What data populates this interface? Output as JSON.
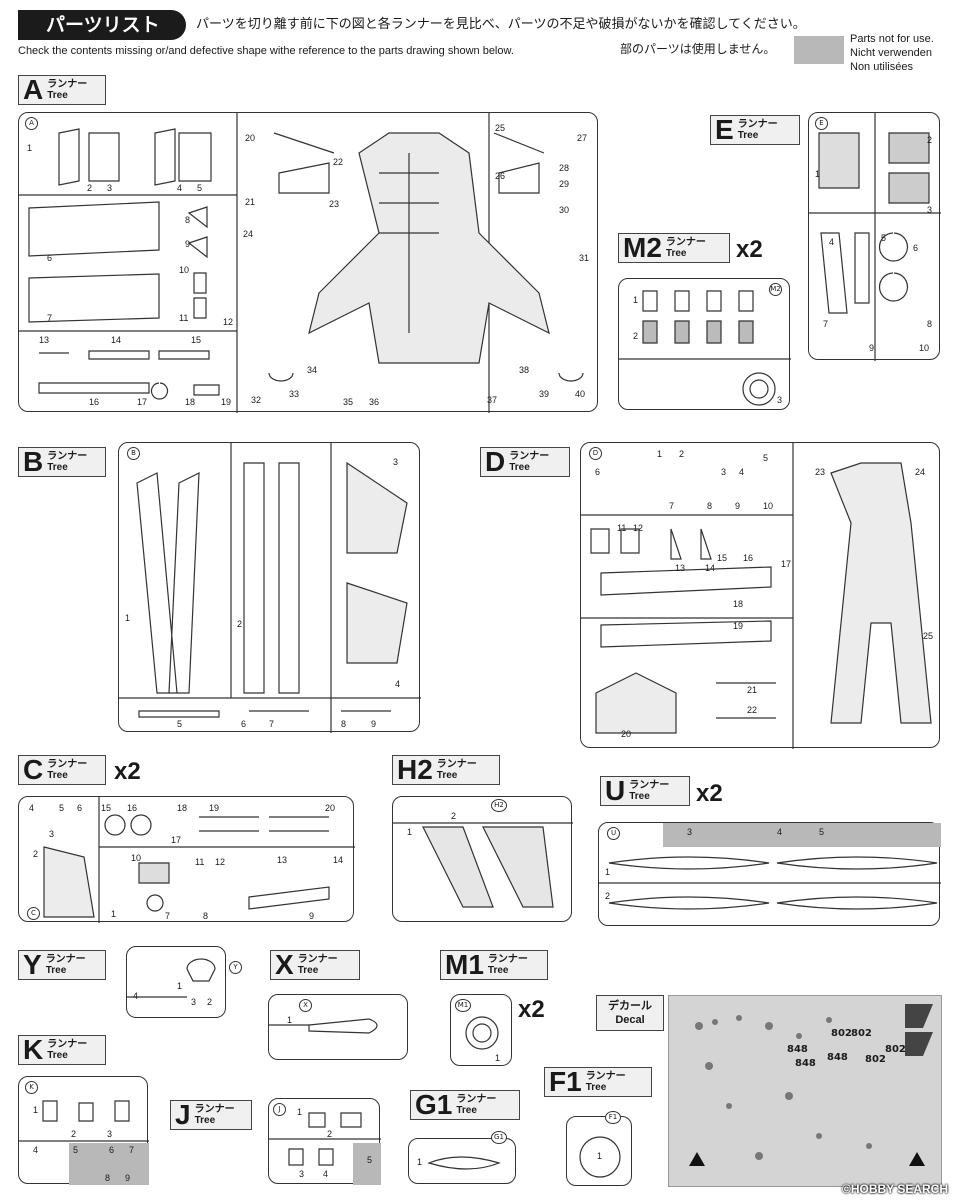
{
  "header": {
    "title": "パーツリスト",
    "instruction_jp": "パーツを切り離す前に下の図と各ランナーを見比べ、パーツの不足や破損がないかを確認してください。",
    "instruction_en": "Check the contents missing or/and defective shape withe reference to the parts drawing shown below."
  },
  "legend": {
    "not_used_jp": "部のパーツは使用しません。",
    "not_used_en": "Parts not for use.",
    "not_used_de": "Nicht verwenden",
    "not_used_fr": "Non utilisées",
    "swatch_color": "#b8b8b8"
  },
  "runner_jp": "ランナー",
  "runner_en": "Tree",
  "multiplier": "x2",
  "decal_label_jp": "デカール",
  "decal_label_en": "Decal",
  "watermark": "©HOBBY SEARCH",
  "runners": {
    "A": {
      "letter": "A",
      "parts": [
        "1",
        "2",
        "3",
        "4",
        "5",
        "6",
        "7",
        "8",
        "9",
        "10",
        "11",
        "12",
        "13",
        "14",
        "15",
        "16",
        "17",
        "18",
        "19",
        "20",
        "21",
        "22",
        "23",
        "24",
        "25",
        "26",
        "27",
        "28",
        "29",
        "30",
        "31",
        "32",
        "33",
        "34",
        "35",
        "36",
        "37",
        "38",
        "39",
        "40"
      ]
    },
    "B": {
      "letter": "B",
      "parts": [
        "1",
        "2",
        "3",
        "4",
        "5",
        "6",
        "7",
        "8",
        "9"
      ]
    },
    "C": {
      "letter": "C",
      "parts": [
        "1",
        "2",
        "3",
        "4",
        "5",
        "6",
        "7",
        "8",
        "9",
        "10",
        "11",
        "12",
        "13",
        "14",
        "15",
        "16",
        "17",
        "18",
        "19",
        "20"
      ]
    },
    "D": {
      "letter": "D",
      "parts": [
        "1",
        "2",
        "3",
        "4",
        "5",
        "6",
        "7",
        "8",
        "9",
        "10",
        "11",
        "12",
        "13",
        "14",
        "15",
        "16",
        "17",
        "18",
        "19",
        "20",
        "21",
        "22",
        "23",
        "24",
        "25"
      ]
    },
    "E": {
      "letter": "E",
      "parts": [
        "1",
        "2",
        "3",
        "4",
        "5",
        "6",
        "7",
        "8",
        "9",
        "10"
      ]
    },
    "M2": {
      "letter": "M2",
      "parts": [
        "1",
        "2",
        "3"
      ]
    },
    "H2": {
      "letter": "H2",
      "parts": [
        "1",
        "2"
      ]
    },
    "U": {
      "letter": "U",
      "parts": [
        "1",
        "2",
        "3",
        "4",
        "5"
      ]
    },
    "Y": {
      "letter": "Y",
      "parts": [
        "1",
        "2",
        "3",
        "4"
      ]
    },
    "X": {
      "letter": "X",
      "parts": [
        "1"
      ]
    },
    "M1": {
      "letter": "M1",
      "parts": [
        "1"
      ]
    },
    "K": {
      "letter": "K",
      "parts": [
        "1",
        "2",
        "3",
        "4",
        "5",
        "6",
        "7",
        "8",
        "9"
      ]
    },
    "J": {
      "letter": "J",
      "parts": [
        "1",
        "2",
        "3",
        "4",
        "5"
      ]
    },
    "G1": {
      "letter": "G1",
      "parts": [
        "1"
      ]
    },
    "F1": {
      "letter": "F1",
      "parts": [
        "1"
      ]
    }
  },
  "decal_numbers": [
    "802",
    "802",
    "802",
    "848",
    "848",
    "848",
    "802"
  ]
}
